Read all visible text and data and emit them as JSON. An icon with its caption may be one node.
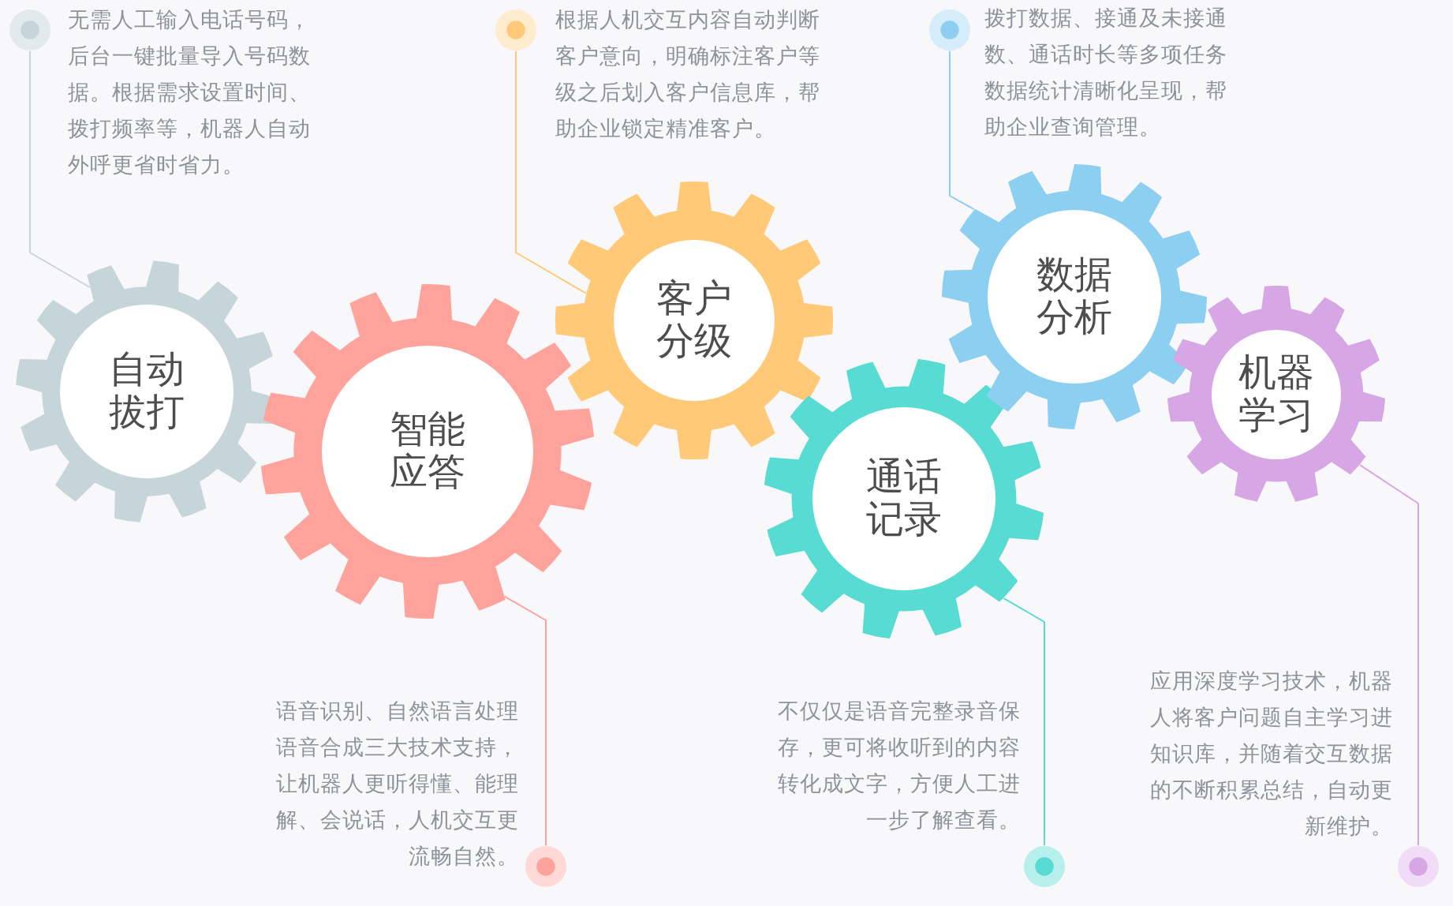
{
  "diagram": {
    "nodes": [
      {
        "text": [
          "自动拔打"
        ]
      },
      {
        "text": [
          "智能应答"
        ]
      },
      {
        "text": [
          "客户分级"
        ]
      },
      {
        "text": [
          "通话记录"
        ]
      },
      {
        "text": [
          "数据分析"
        ]
      },
      {
        "text": [
          "机器学习"
        ]
      },
      {
        "text": [],
        "shape": "circle",
        "beside": [
          "无需人工输入电话号码，后台一键批量导入号码数据。根据需求设置时间、拨打频率等，机器人自动外呼更省时省力。"
        ]
      },
      {
        "text": [],
        "shape": "circle",
        "beside": [
          "语音识别、自然语言处理语音合成三大技术支持，让机器人更听得懂、能理解、会说话，人机交互更流畅自然。"
        ]
      },
      {
        "text": [],
        "shape": "circle",
        "beside": [
          "根据人机交互内容自动判断客户意向，明确标注客户等级之后划入客户信息库，帮助企业锁定精准客户。"
        ]
      },
      {
        "text": [],
        "shape": "circle",
        "beside": [
          "不仅仅是语音完整录音保存，更可将收听到的内容转化成文字，方便人工进一步了解查看。"
        ]
      },
      {
        "text": [],
        "shape": "circle",
        "beside": [
          "拨打数据、接通及未接通数、通话时长等多项任务数据统计清晰化呈现，帮助企业查询管理。"
        ]
      },
      {
        "text": [],
        "shape": "circle",
        "beside": [
          "应用深度学习技术，机器人将客户问题自主学习进知识库，并随着交互数据的不断积累总结，自动更新维护。"
        ]
      }
    ],
    "edges": [
      {
        "from": 6,
        "to": 0,
        "arrow": "none",
        "color": "#c5d5da"
      },
      {
        "from": 7,
        "to": 1,
        "arrow": "none",
        "color": "#fea39c"
      },
      {
        "from": 8,
        "to": 2,
        "arrow": "none",
        "color": "#ffc978"
      },
      {
        "from": 9,
        "to": 3,
        "arrow": "none",
        "color": "#57dbd2"
      },
      {
        "from": 10,
        "to": 4,
        "arrow": "none",
        "color": "#8dcff1"
      },
      {
        "from": 11,
        "to": 5,
        "arrow": "none",
        "color": "#d6a7e4"
      }
    ]
  }
}
